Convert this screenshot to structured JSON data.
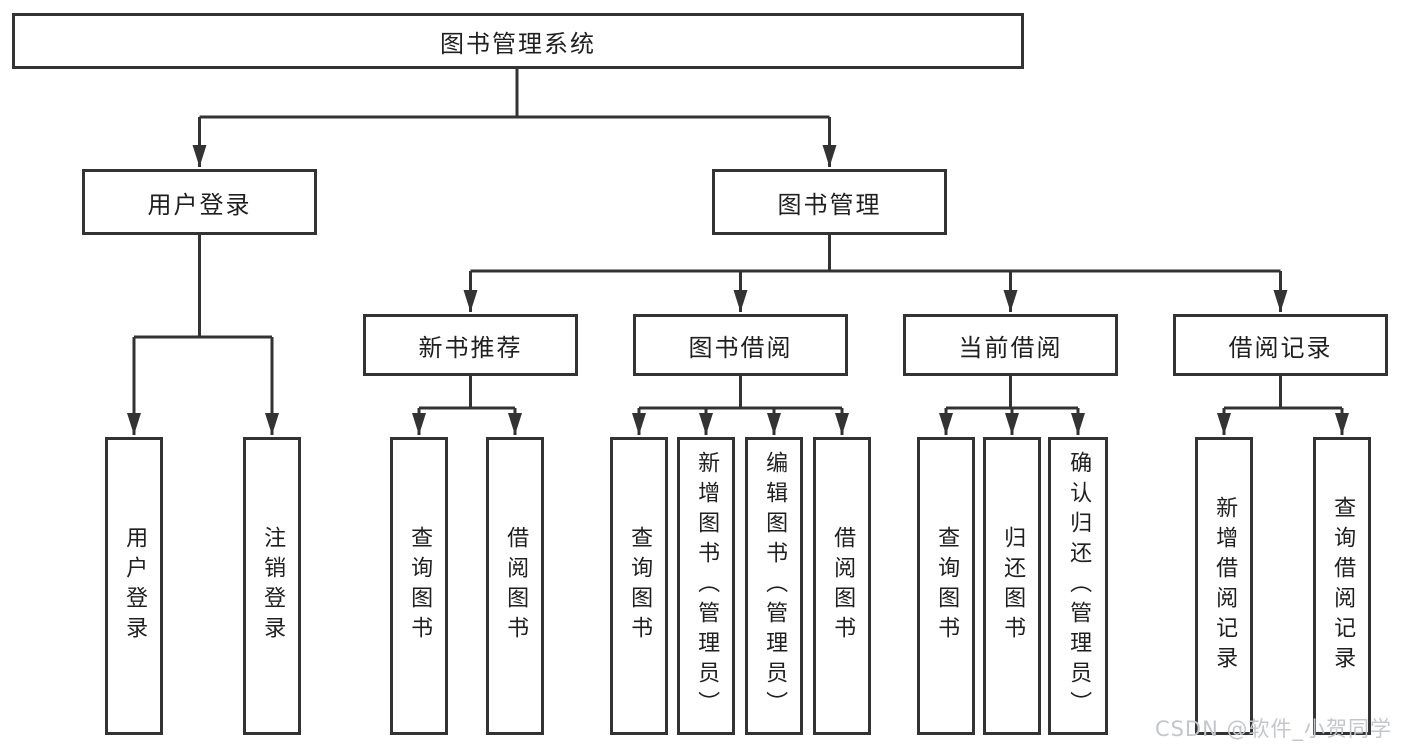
{
  "tree": {
    "label": "图书管理系统",
    "children": [
      {
        "label": "用户登录",
        "children": [
          {
            "label": "用户登录"
          },
          {
            "label": "注销登录"
          }
        ]
      },
      {
        "label": "图书管理",
        "children": [
          {
            "label": "新书推荐",
            "children": [
              {
                "label": "查询图书"
              },
              {
                "label": "借阅图书"
              }
            ]
          },
          {
            "label": "图书借阅",
            "children": [
              {
                "label": "查询图书"
              },
              {
                "label": "新增图书（管理员）"
              },
              {
                "label": "编辑图书（管理员）"
              },
              {
                "label": "借阅图书"
              }
            ]
          },
          {
            "label": "当前借阅",
            "children": [
              {
                "label": "查询图书"
              },
              {
                "label": "归还图书"
              },
              {
                "label": "确认归还（管理员）"
              }
            ]
          },
          {
            "label": "借阅记录",
            "children": [
              {
                "label": "新增借阅记录"
              },
              {
                "label": "查询借阅记录"
              }
            ]
          }
        ]
      }
    ]
  },
  "watermark": {
    "text": "CSDN @软件_小贺同学"
  },
  "colors": {
    "line": "#333333",
    "box_border": "#333333",
    "text": "#1f1f1f",
    "background": "#ffffff",
    "watermark": "#c3c6cb"
  }
}
